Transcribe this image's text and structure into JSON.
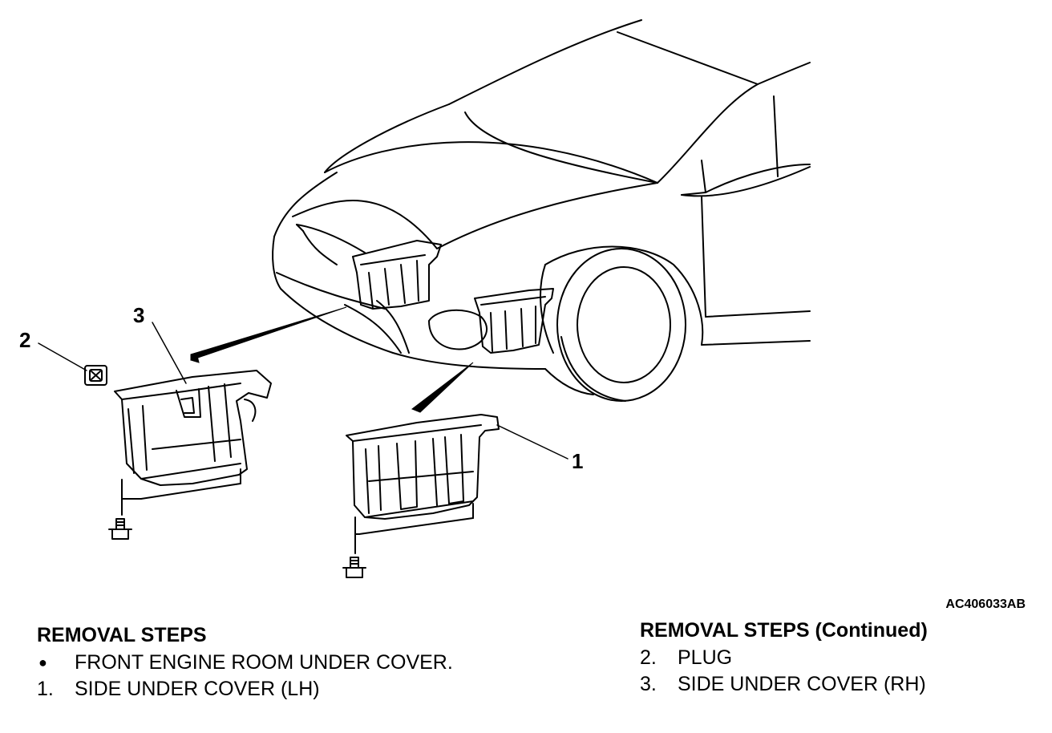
{
  "figure_code": "AC406033AB",
  "callouts": {
    "one": "1",
    "two": "2",
    "three": "3"
  },
  "left_steps": {
    "heading": "REMOVAL STEPS",
    "items": [
      {
        "marker": "●",
        "text": "FRONT ENGINE ROOM UNDER COVER."
      },
      {
        "marker": "1.",
        "text": "SIDE UNDER COVER (LH)"
      }
    ]
  },
  "right_steps": {
    "heading": "REMOVAL STEPS (Continued)",
    "items": [
      {
        "marker": "2.",
        "text": "PLUG"
      },
      {
        "marker": "3.",
        "text": "SIDE UNDER COVER (RH)"
      }
    ]
  },
  "icons": {
    "car": "car-front-quarter-icon",
    "cover_rh": "side-under-cover-rh-icon",
    "cover_lh": "side-under-cover-lh-icon",
    "plug": "plug-icon",
    "bolt": "bolt-icon",
    "arrow": "direction-arrow-icon"
  }
}
